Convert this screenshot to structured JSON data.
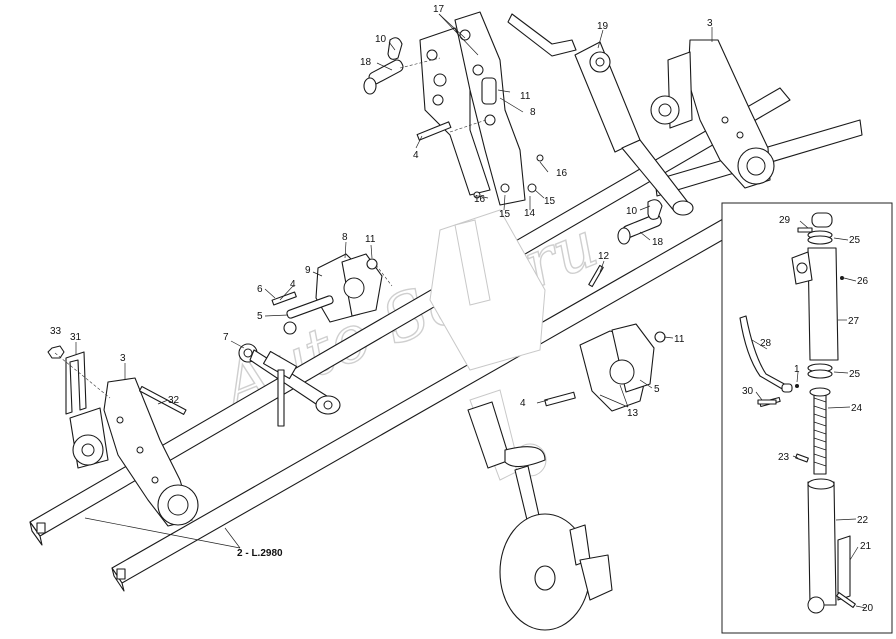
{
  "watermark": "Auto Soft.ru",
  "callouts": {
    "c1": "17",
    "c2": "10",
    "c3": "18",
    "c4": "11",
    "c5": "8",
    "c6": "4",
    "c7": "16",
    "c8": "15",
    "c9": "14",
    "c10": "15",
    "c11": "16",
    "c12": "19",
    "c13": "3",
    "c14": "10",
    "c15": "18",
    "c16": "8",
    "c17": "11",
    "c18": "9",
    "c19": "4",
    "c20": "6",
    "c21": "5",
    "c22": "12",
    "c23": "7",
    "c24": "33",
    "c25": "31",
    "c26": "3",
    "c27": "32",
    "c28": "4",
    "c29": "11",
    "c30": "5",
    "c31": "13",
    "c32": "2 - L.2980"
  },
  "inset": {
    "callouts": {
      "i1": "29",
      "i2": "25",
      "i3": "26",
      "i4": "27",
      "i5": "28",
      "i6": "1",
      "i7": "25",
      "i8": "30",
      "i9": "24",
      "i10": "23",
      "i11": "22",
      "i12": "21",
      "i13": "20"
    }
  }
}
